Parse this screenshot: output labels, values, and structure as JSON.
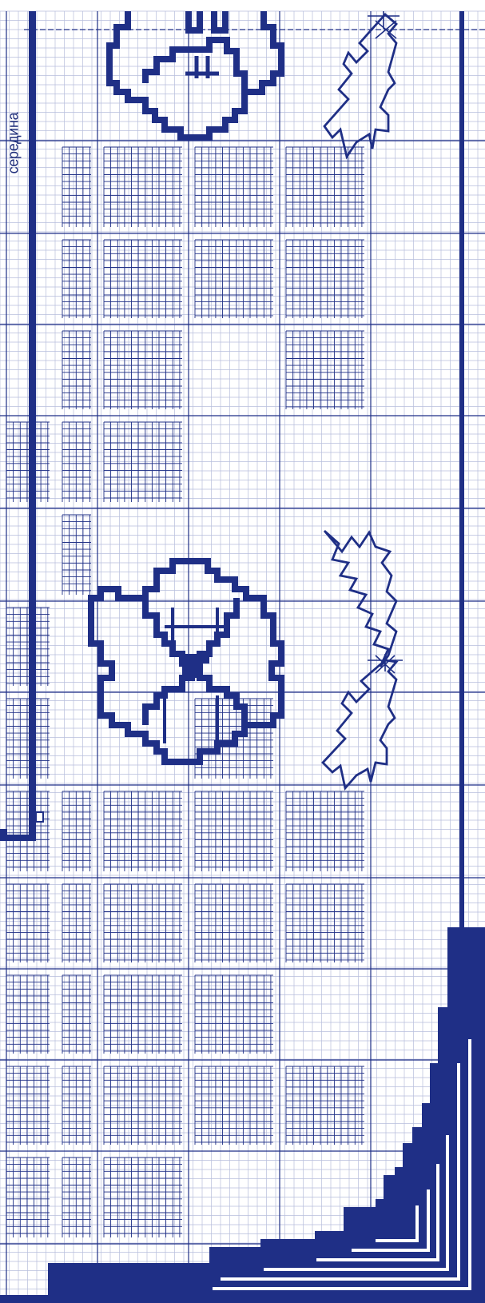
{
  "diagram": {
    "kind": "filet crochet chart",
    "colors": {
      "ink": "#1f2f86",
      "fine_grid": "#b7bedc",
      "background": "#ffffff"
    },
    "labels": {
      "middle": "середина"
    },
    "motifs": [
      "double-heart-with-bow-top",
      "double-heart-with-bow",
      "leaf-top",
      "leaf-middle",
      "leaf-lower",
      "stepped-corner"
    ]
  }
}
